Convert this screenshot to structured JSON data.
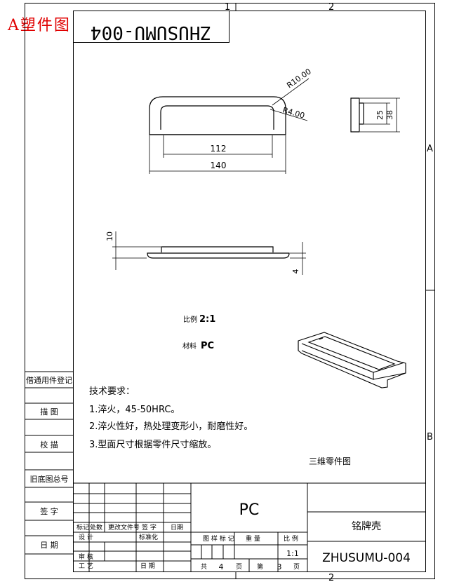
{
  "stamp": "A塑件图",
  "drawing_number_mirrored": "ZHUSUMU-004",
  "zone_marks": {
    "top_1": "1",
    "top_2": "2",
    "right_A": "A",
    "right_B": "B",
    "bottom_2": "2"
  },
  "dimensions": {
    "r10": "R10.00",
    "r4": "R4.00",
    "d112": "112",
    "d140": "140",
    "d25": "25",
    "d38": "38",
    "d10": "10",
    "d4": "4"
  },
  "notes": {
    "scale_label": "比例",
    "scale_value": "2:1",
    "material_label": "材料",
    "material_value": "PC",
    "tech_title": "技术要求：",
    "tech_items": [
      "1.淬火，45-50HRC。",
      "2.淬火性好，热处理变形小，耐磨性好。",
      "3.型面尺寸根据零件尺寸缩放。"
    ],
    "iso_caption": "三维零件图"
  },
  "side_table": [
    "借通用件登记",
    "描 图",
    "校 描",
    "旧底图总号",
    "签 字",
    "日 期"
  ],
  "title_block": {
    "material": "PC",
    "part_name": "铭牌壳",
    "code": "ZHUSUMU-004",
    "hdr_mark": "标记",
    "hdr_count": "处数",
    "hdr_doc": "更改文件号",
    "hdr_sign": "签 字",
    "hdr_date": "日期",
    "design": "设 计",
    "standard": "标准化",
    "audit": "审 核",
    "process": "工 艺",
    "date": "日 期",
    "stage_mark": "图 样 标 记",
    "weight": "重 量",
    "scale_hdr": "比 例",
    "scale_val": "1:1",
    "sheets_total_pre": "共",
    "sheets_total": "4",
    "sheets_suf": "页",
    "sheet_no_pre": "第",
    "sheet_no": "3",
    "sheet_no_suf": "页"
  }
}
